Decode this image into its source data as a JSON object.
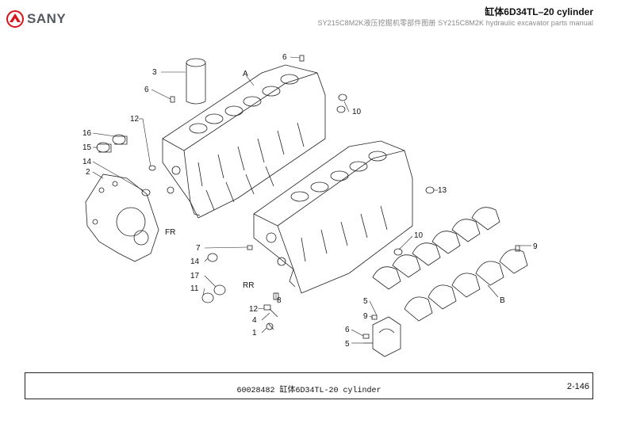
{
  "header": {
    "logo_text": "SANY",
    "title": "缸体6D34TL–20 cylinder",
    "subtitle": "SY215C8M2K液压挖掘机零部件图册 SY215C8M2K hydraulic excavator parts manual"
  },
  "drawing": {
    "callouts": [
      "3",
      "6",
      "A",
      "6",
      "10",
      "12",
      "16",
      "15",
      "14",
      "2",
      "FR",
      "13",
      "10",
      "9",
      "7",
      "14",
      "17",
      "11",
      "RR",
      "8",
      "12",
      "4",
      "1",
      "5",
      "9",
      "B",
      "6",
      "5"
    ]
  },
  "footer": {
    "caption": "60028482 缸体6D34TL-20 cylinder",
    "page_number": "2-146"
  },
  "colors": {
    "logo_red": "#d7141e",
    "logo_gray": "#555a60",
    "line": "#222222"
  }
}
